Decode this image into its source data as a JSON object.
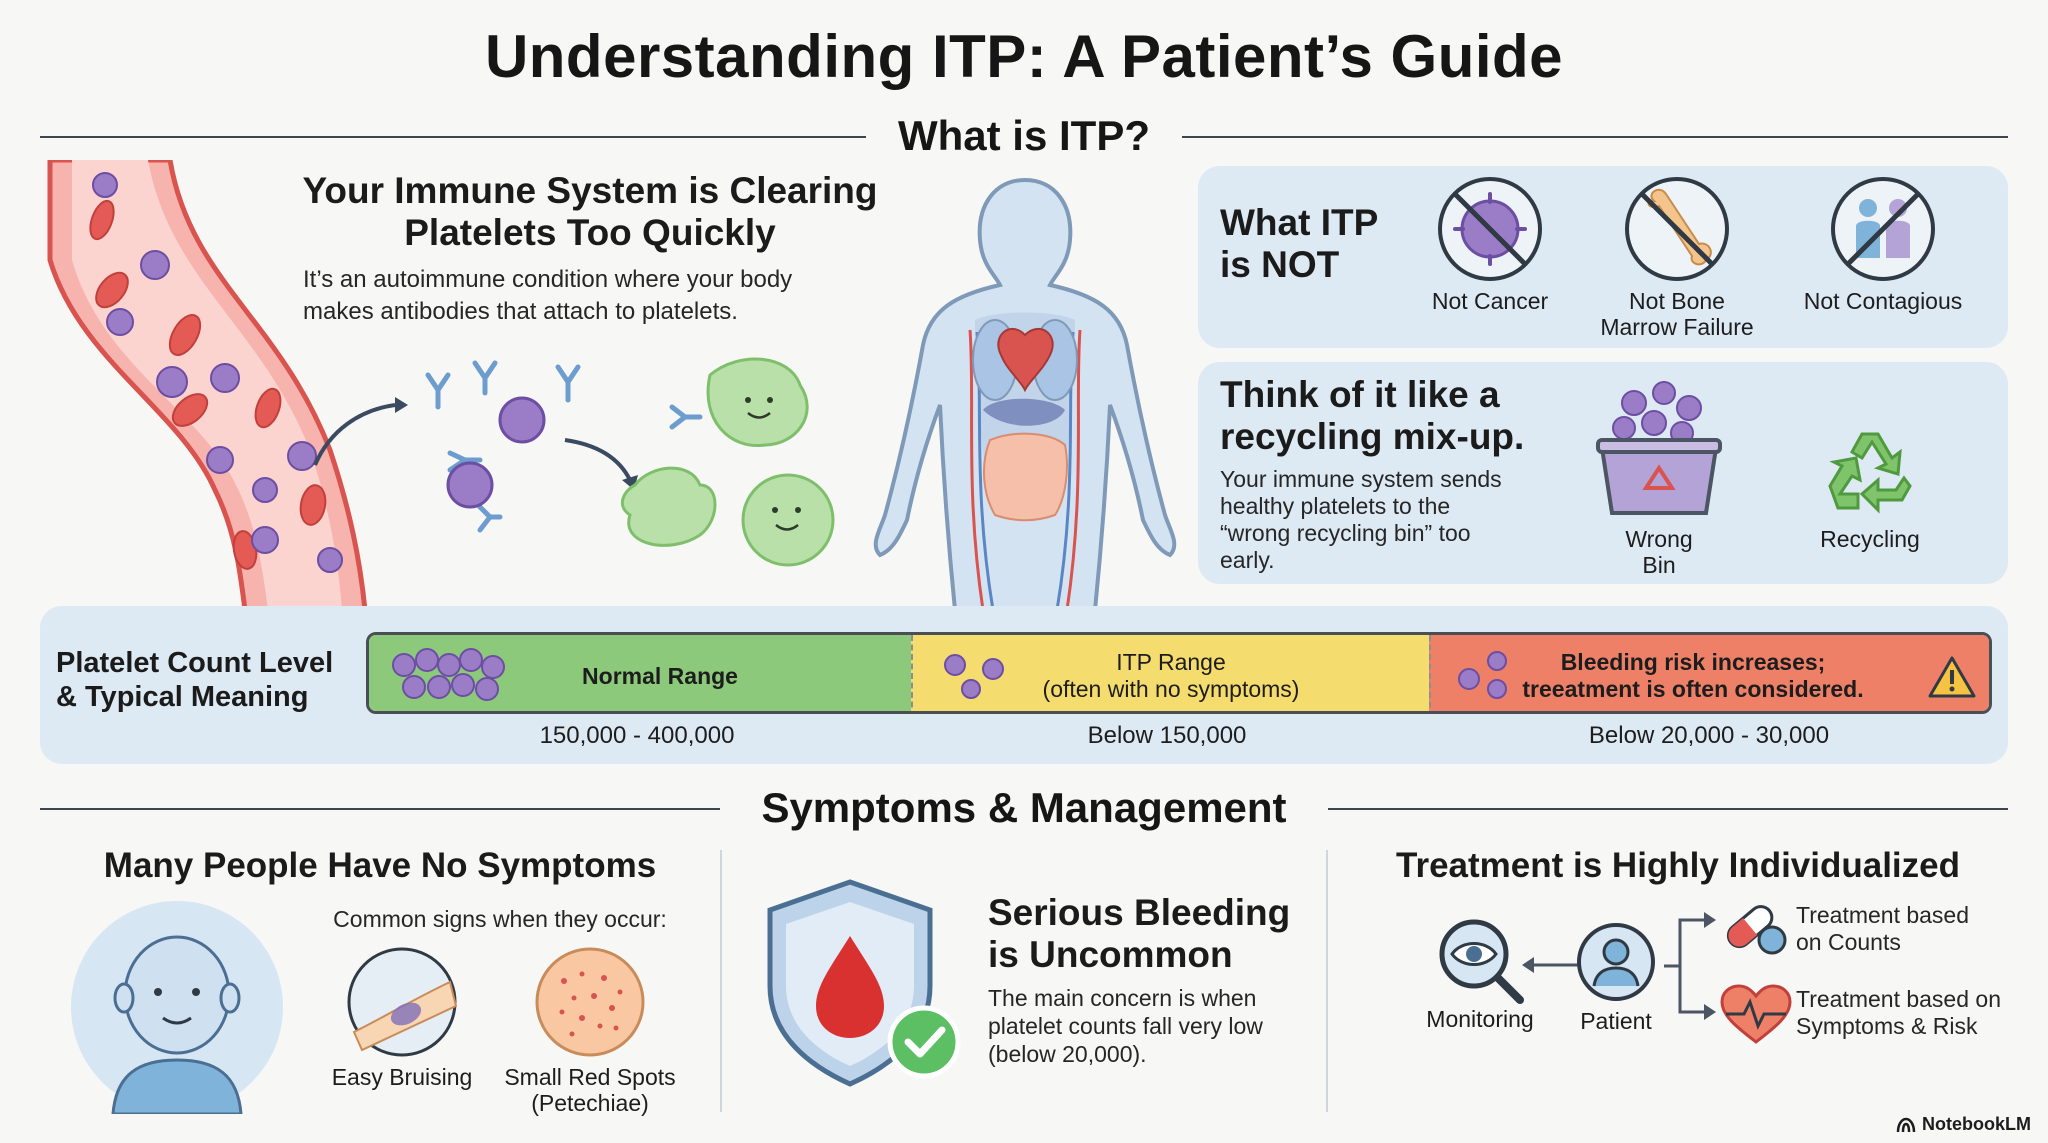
{
  "title": "Understanding ITP: A Patient’s Guide",
  "sections": {
    "what_is": "What is ITP?",
    "symptoms": "Symptoms & Management"
  },
  "immune": {
    "heading_line1": "Your Immune System is Clearing",
    "heading_line2": "Platelets Too Quickly",
    "desc_line1": "It’s an autoimmune condition where your body",
    "desc_line2": "makes antibodies that attach to platelets."
  },
  "not_panel": {
    "heading_line1": "What ITP",
    "heading_line2": "is NOT",
    "items": [
      {
        "icon": "no-cancer-cell-icon",
        "line1": "Not Cancer",
        "line2": ""
      },
      {
        "icon": "no-bone-icon",
        "line1": "Not Bone",
        "line2": "Marrow Failure"
      },
      {
        "icon": "no-contagious-icon",
        "line1": "Not Contagious",
        "line2": ""
      }
    ]
  },
  "recycling": {
    "heading_line1": "Think of it like a",
    "heading_line2": "recycling mix-up.",
    "desc_lines": [
      "Your immune system sends",
      "healthy platelets to the",
      "“wrong recycling bin” too",
      "early."
    ],
    "wrong_bin_line1": "Wrong",
    "wrong_bin_line2": "Bin",
    "recycling_label": "Recycling"
  },
  "platelet_bar": {
    "label_line1": "Platelet Count Level",
    "label_line2": "& Typical Meaning",
    "segments": [
      {
        "line1": "Normal Range",
        "line2": "",
        "range": "150,000 - 400,000",
        "color": "#8cc97a"
      },
      {
        "line1": "ITP Range",
        "line2": "(often with no symptoms)",
        "range": "Below 150,000",
        "color": "#f5dc6e"
      },
      {
        "line1": "Bleeding risk increases;",
        "line2": "treeatment is often considered.",
        "range": "Below 20,000 - 30,000",
        "color": "#ee8068"
      }
    ]
  },
  "no_symptoms": {
    "heading": "Many People Have No Symptoms",
    "signs_label": "Common signs when they occur:",
    "bruising": "Easy Bruising",
    "spots_line1": "Small Red Spots",
    "spots_line2": "(Petechiae)"
  },
  "bleeding": {
    "heading_line1": "Serious Bleeding",
    "heading_line2": "is Uncommon",
    "desc_lines": [
      "The main concern is when",
      "platelet counts fall very low",
      "(below 20,000)."
    ]
  },
  "treatment": {
    "heading": "Treatment is Highly Individualized",
    "monitoring": "Monitoring",
    "patient": "Patient",
    "counts_line1": "Treatment based",
    "counts_line2": "on Counts",
    "symptoms_line1": "Treatment based on",
    "symptoms_line2": "Symptoms & Risk"
  },
  "brand": "NotebookLM",
  "colors": {
    "panel": "#dde9f3",
    "vessel": "#f29a96",
    "platelet": "#9b7cc7",
    "normal": "#8cc97a",
    "itp": "#f5dc6e",
    "bleeding": "#ee8068"
  }
}
